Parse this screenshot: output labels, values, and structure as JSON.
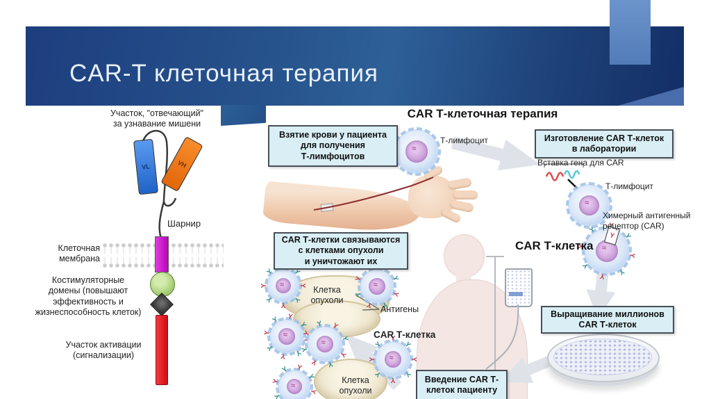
{
  "slide": {
    "title": "CAR-T клеточная терапия"
  },
  "left_diagram": {
    "target_label": "Участок, \"отвечающий\"\nза узнавание мишени",
    "vl": "VL",
    "vh": "VH",
    "hinge": "Шарнир",
    "membrane": "Клеточная\nмембрана",
    "costimulatory": "Костимуляторные\nдомены (повышают\nэффективность и\nжизнеспособность клеток)",
    "activation": "Участок активации\n(сигнализации)"
  },
  "right_diagram": {
    "title": "CAR Т-клеточная терапия",
    "box_blood": "Взятие крови у пациента\nдля получения\nТ-лимфоцитов",
    "box_lab": "Изготовление CAR Т-клеток\nв лаборатории",
    "box_grow": "Выращивание миллионов\nCAR Т-клеток",
    "box_infuse": "Введение CAR Т-\nклеток пациенту",
    "box_bind": "CAR Т-клетки связываются\nс клетками опухоли\nи уничтожают их",
    "label_t_lymphocyte_1": "Т-лимфоцит",
    "label_insert_gene": "Вставка гена для CAR",
    "label_t_lymphocyte_2": "Т-лимфоцит",
    "label_car_receptor": "Химерный антигенный\nрецептор (CAR)",
    "label_car_t_cell": "CAR Т-клетка",
    "label_tumor_cell_top": "Клетка\nопухоли",
    "label_antigens": "Антигены",
    "label_car_t_cell_small": "CAR Т-клетка",
    "label_tumor_cell_bottom": "Клетка\nопухоли"
  },
  "glyphs": {
    "receptor": "Y"
  },
  "colors": {
    "header_navy": "#1d3e7e",
    "header_light": "#2e6098",
    "accent_blue": "#5e88c3",
    "box_fill": "#d9eef5",
    "receptor_red": "#c23b4e",
    "receptor_teal": "#2e8f8a",
    "activation_red": "#e01016",
    "costim_green": "#a6cd74",
    "transmembrane_magenta": "#c813c8",
    "vl_blue": "#2f7fe0",
    "vh_orange": "#f07818"
  }
}
